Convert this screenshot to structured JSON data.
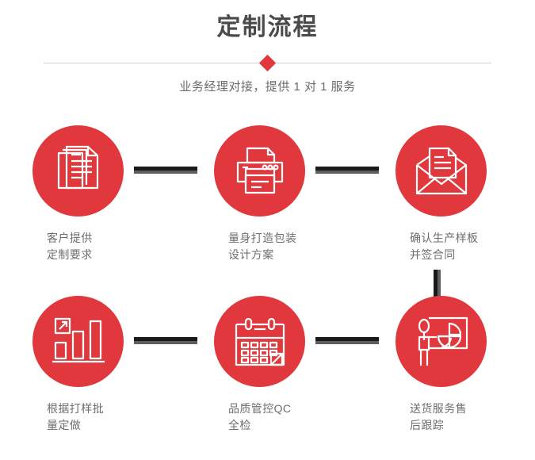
{
  "header": {
    "title": "定制流程",
    "subtitle": "业务经理对接，提供 1 对 1 服务",
    "diamond_color": "#e0383c",
    "line_color": "#d2d2d2",
    "title_color": "#4b4b4b",
    "subtitle_color": "#6b6b6b"
  },
  "theme": {
    "accent_red": "#e0383c",
    "connector_dark": "#1a1a1a",
    "connector_grey": "#5e5e5e",
    "label_color": "#6e6e6e",
    "background": "#ffffff"
  },
  "flow": {
    "rows": [
      {
        "steps": [
          {
            "icon": "documents-icon",
            "label": "客户提供\n定制要求"
          },
          {
            "icon": "printer-icon",
            "label": "量身打造包装\n设计方案"
          },
          {
            "icon": "envelope-document-icon",
            "label": "确认生产样板\n并签合同"
          }
        ],
        "connectors": [
          "arrow-bar-right",
          "arrow-bar-right"
        ]
      },
      {
        "steps": [
          {
            "icon": "bar-chart-growth-icon",
            "label": "根据打样批\n量定做"
          },
          {
            "icon": "calendar-icon",
            "label": "品质管控QC\n全检"
          },
          {
            "icon": "presenter-chart-icon",
            "label": "送货服务售\n后跟踪"
          }
        ],
        "connectors": [
          "arrow-bar-right",
          "arrow-bar-right"
        ]
      }
    ],
    "vertical_connector": "arrow-bar-down"
  }
}
